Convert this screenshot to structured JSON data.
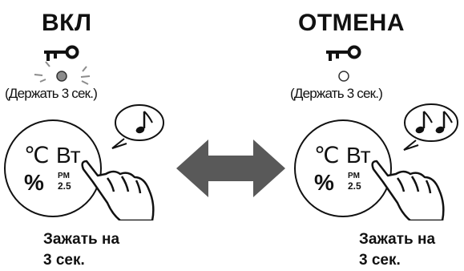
{
  "left": {
    "title": "ВКЛ",
    "hold_hint": "(Держать 3 сек.)",
    "button": {
      "temp_label": "℃",
      "power_label": "Вт",
      "humidity_label": "%",
      "pm_label_top": "PM",
      "pm_label_bottom": "2.5"
    },
    "caption_line1": "Зажать на",
    "caption_line2": "3 сек.",
    "indicator_state": "on",
    "beeps": 1
  },
  "right": {
    "title": "ОТМЕНА",
    "hold_hint": "(Держать 3 сек.)",
    "button": {
      "temp_label": "℃",
      "power_label": "Вт",
      "humidity_label": "%",
      "pm_label_top": "PM",
      "pm_label_bottom": "2.5"
    },
    "caption_line1": "Зажать на",
    "caption_line2": "3 сек.",
    "indicator_state": "off",
    "beeps": 2
  },
  "center": {
    "arrow_icon": "double-arrow-icon",
    "arrow_color": "#595959"
  },
  "icons": {
    "lock": "key-lock-icon",
    "beep": "music-note-icon",
    "hand": "pressing-hand-icon"
  },
  "colors": {
    "indicator_on": "#8c8c8c",
    "indicator_off": "#ffffff"
  }
}
